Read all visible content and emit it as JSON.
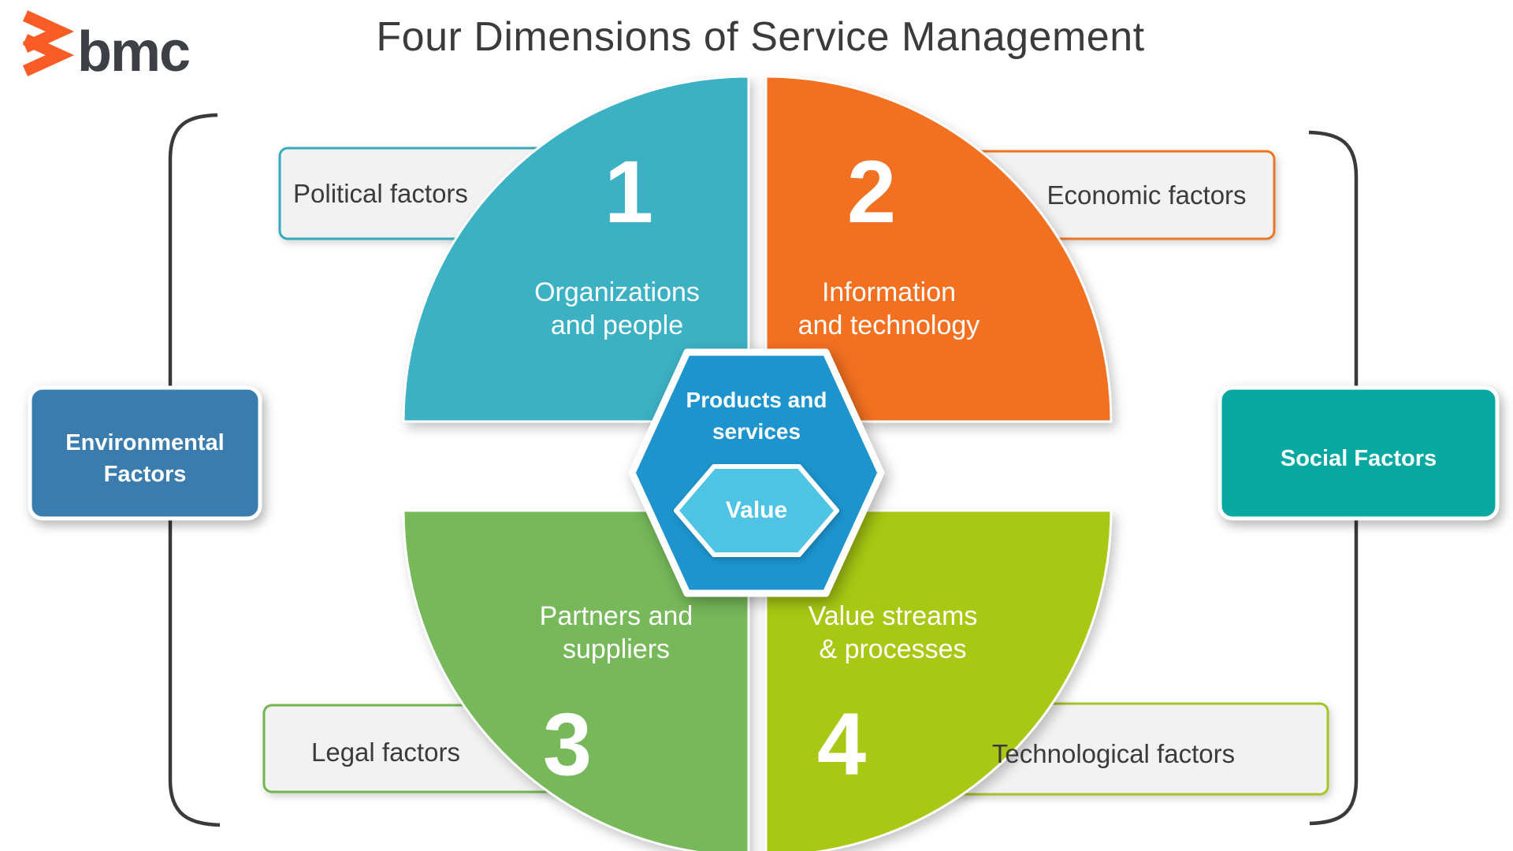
{
  "brand": {
    "logo_text": "bmc",
    "logo_color": "#F95D25",
    "logo_text_color": "#3d4045"
  },
  "title": "Four Dimensions of Service Management",
  "center_hexagon": {
    "label_lines": [
      "Products and",
      "services"
    ],
    "value_label": "Value",
    "outer_color": "#1D94CD",
    "inner_color": "#4EC3E3"
  },
  "quadrants": [
    {
      "number": "1",
      "label_lines": [
        "Organizations",
        "and people"
      ],
      "color": "#3CB1C3"
    },
    {
      "number": "2",
      "label_lines": [
        "Information",
        "and technology"
      ],
      "color": "#F37021"
    },
    {
      "number": "3",
      "label_lines": [
        "Partners and",
        "suppliers"
      ],
      "color": "#76B85A"
    },
    {
      "number": "4",
      "label_lines": [
        "Value streams",
        "& processes"
      ],
      "color": "#A8C813"
    }
  ],
  "factor_boxes": [
    {
      "label": "Political factors",
      "border_color": "#35AABB",
      "background": "#F2F2F2"
    },
    {
      "label": "Economic factors",
      "border_color": "#EE7623",
      "background": "#F2F2F2"
    },
    {
      "label": "Legal factors",
      "border_color": "#72B54E",
      "background": "#F2F2F2"
    },
    {
      "label": "Technological factors",
      "border_color": "#A5C426",
      "background": "#F2F2F2"
    }
  ],
  "side_boxes": [
    {
      "label_lines": [
        "Environmental",
        "Factors"
      ],
      "color": "#3A7CAD"
    },
    {
      "label_lines": [
        "Social Factors"
      ],
      "color": "#09A8A0"
    }
  ],
  "bracket_color": "#3a3a3a"
}
